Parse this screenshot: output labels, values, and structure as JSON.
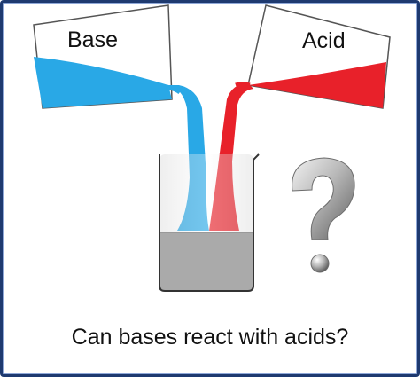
{
  "diagram": {
    "beaker_left_label": "Base",
    "beaker_right_label": "Acid",
    "caption": "Can bases react with acids?"
  },
  "colors": {
    "base_liquid": "#29a8e6",
    "acid_liquid": "#e8212a",
    "frame": "#1e3a70",
    "mixture": "#aaaaaa"
  },
  "icons": [
    "question-mark-icon"
  ]
}
